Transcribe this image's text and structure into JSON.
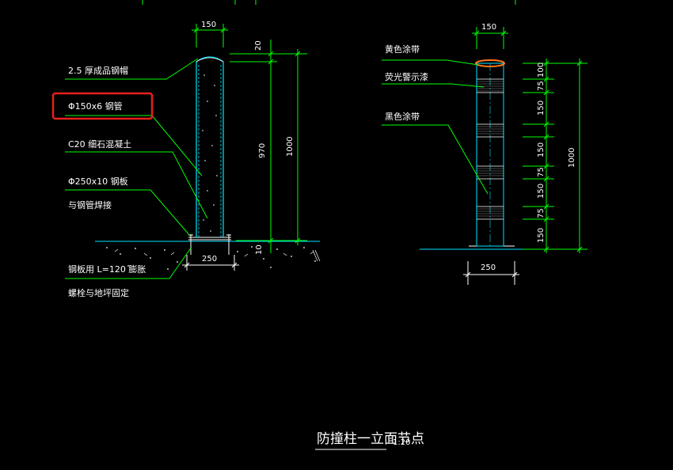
{
  "drawing": {
    "title": "防撞柱一立面节点",
    "scale": "1:20"
  },
  "colors": {
    "background": "#000000",
    "leader": "#00ff00",
    "pipe": "#00e5ff",
    "ground": "#00e5ff",
    "text": "#ffffff",
    "highlight": "#e8201c",
    "yellow_band": "#ff7a1a"
  },
  "left_view": {
    "labels": {
      "cap": "2.5  厚成品钢帽",
      "pipe": "Φ150x6    钢管",
      "concrete": "C20  细石混凝土",
      "plate_1": "Φ250x10     钢板",
      "plate_2": "与钢管焊接",
      "bolt_1": "钢板用    L=120    膨胀",
      "bolt_2": "螺栓与地坪固定"
    },
    "dims": {
      "top_width": "150",
      "cap_height": "20",
      "pipe_height": "970",
      "total_height": "1000",
      "embed": "10",
      "base_width": "250"
    }
  },
  "right_view": {
    "labels": {
      "yellow_band": "黄色涂带",
      "reflective": "荧光警示漆",
      "black_band": "黑色涂带"
    },
    "dims": {
      "top_width": "150",
      "base_width": "250",
      "total_height": "1000",
      "segments": [
        "100",
        "75",
        "150",
        "150",
        "75",
        "150",
        "75",
        "150"
      ]
    }
  }
}
